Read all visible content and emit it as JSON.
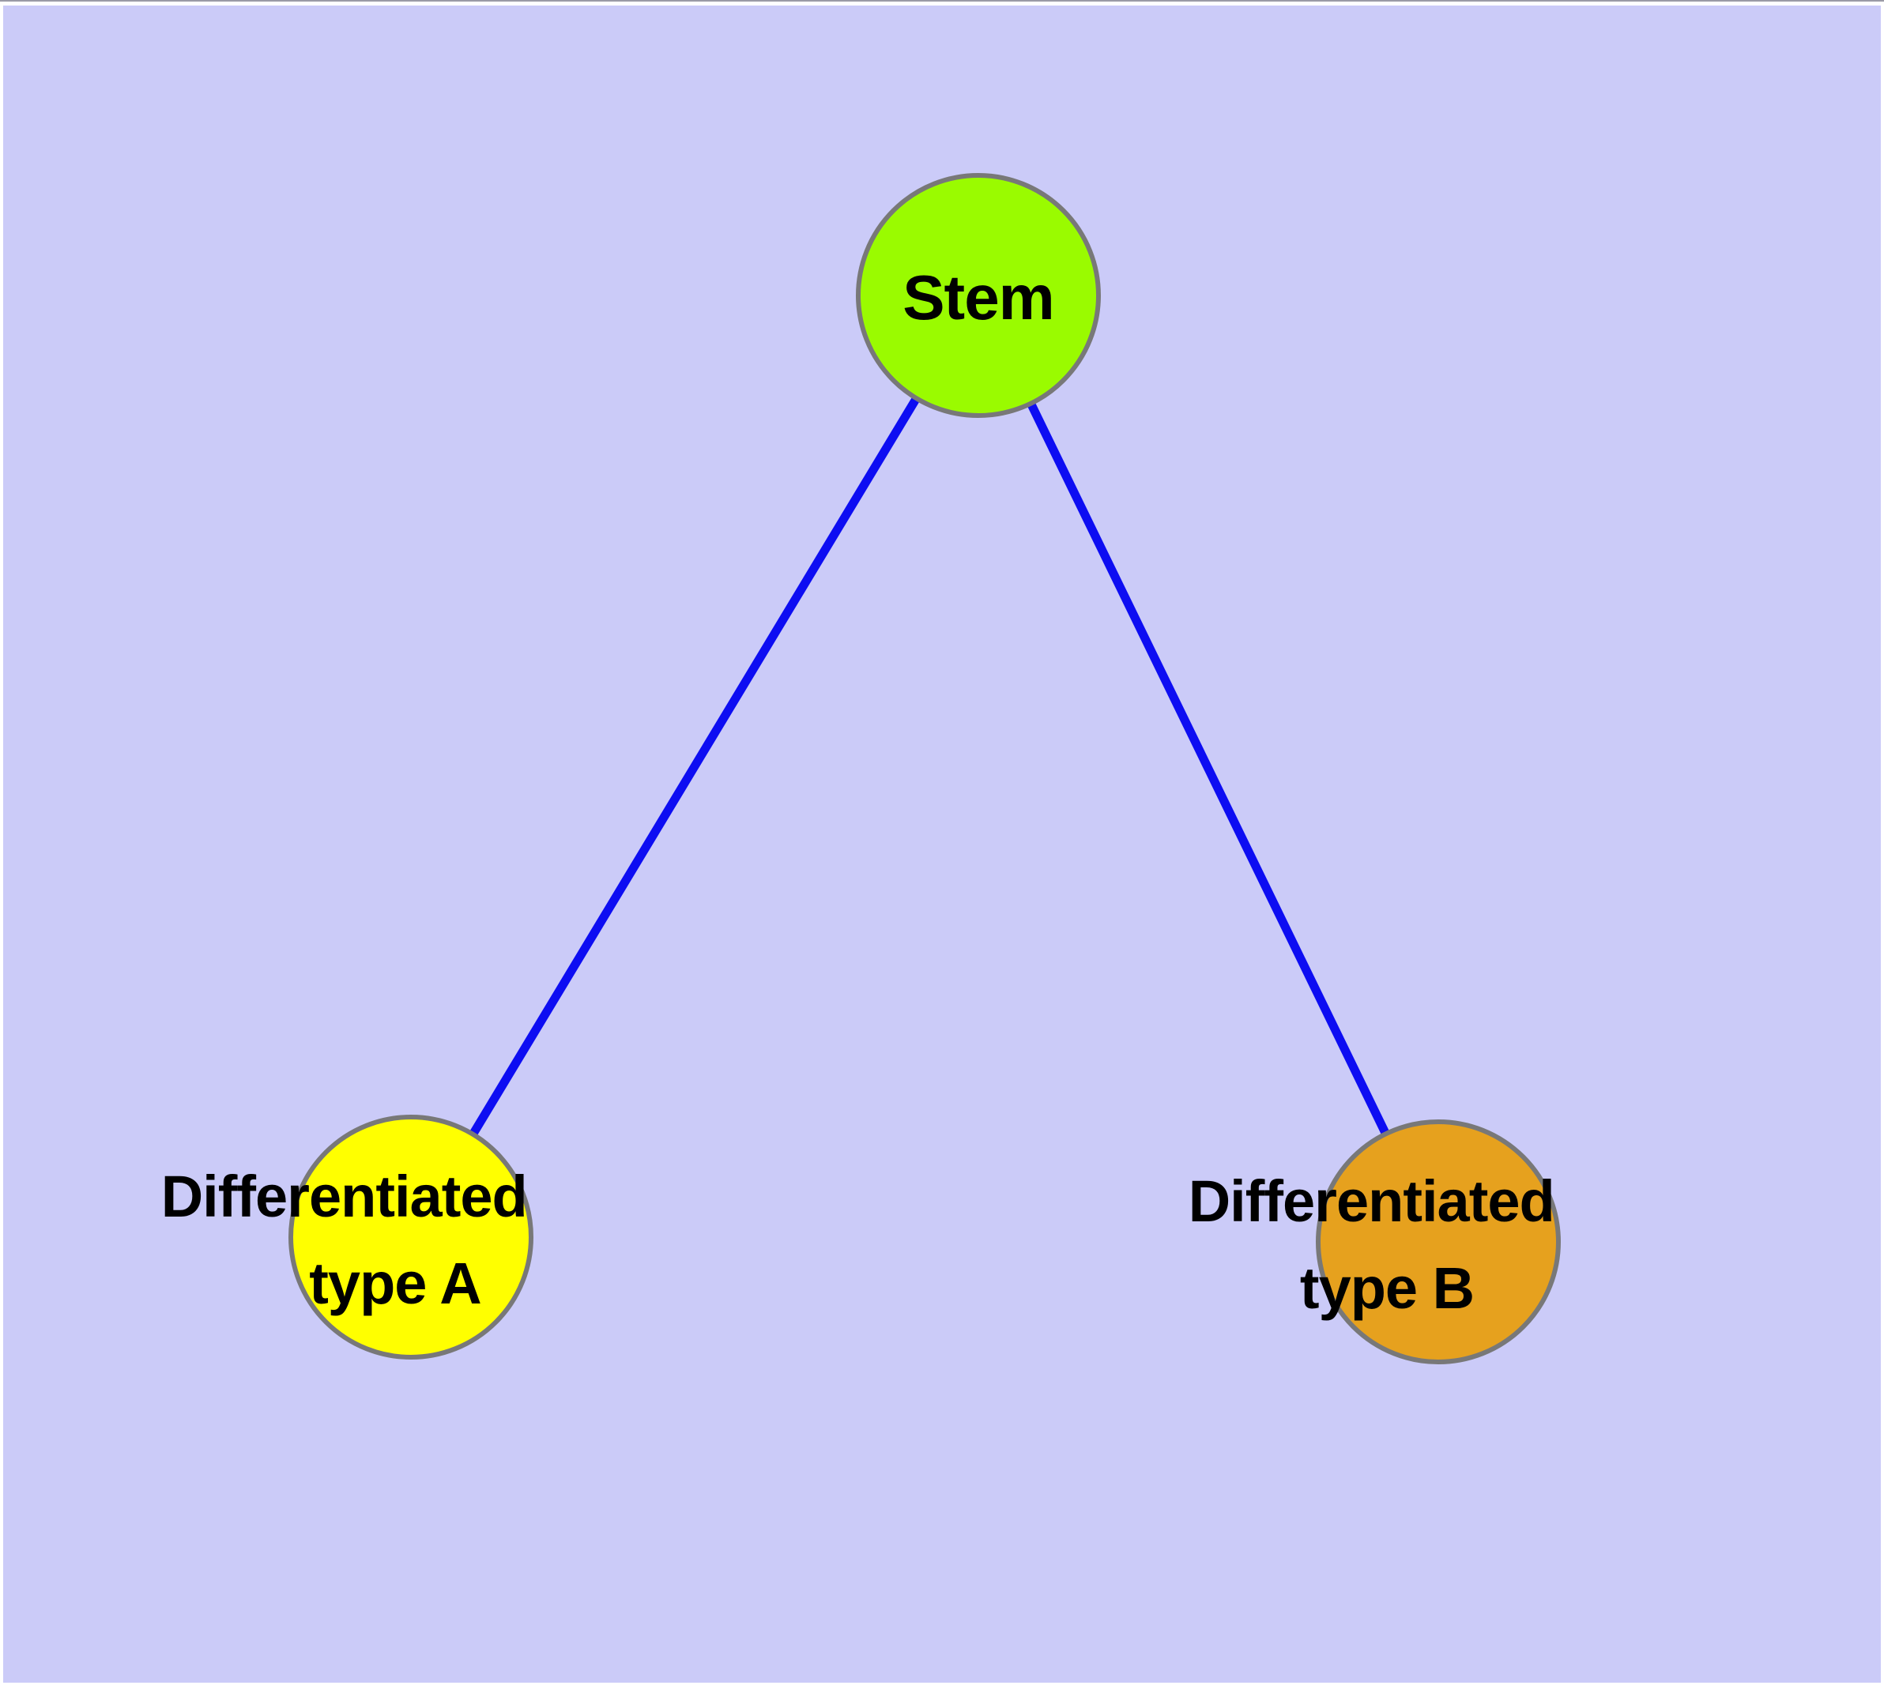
{
  "diagram": {
    "type": "node-link-graph",
    "background_color": "#cbcbf8",
    "margin_color": "#ffffff",
    "top_edge_line_color": "#9a9aa6",
    "edge_color": "#0d0df2",
    "node_border_color": "#787878",
    "label_color": "#000000",
    "nodes": {
      "stem": {
        "label": "Stem",
        "color": "#9afb00"
      },
      "type_a": {
        "label_line1": "Differentiated",
        "label_line2": "type A",
        "color": "#ffff00"
      },
      "type_b": {
        "label_line1": "Differentiated",
        "label_line2": "type B",
        "color": "#e6a11e"
      }
    },
    "edges": [
      {
        "from": "Stem",
        "to": "Differentiated type A"
      },
      {
        "from": "Stem",
        "to": "Differentiated type B"
      }
    ]
  }
}
